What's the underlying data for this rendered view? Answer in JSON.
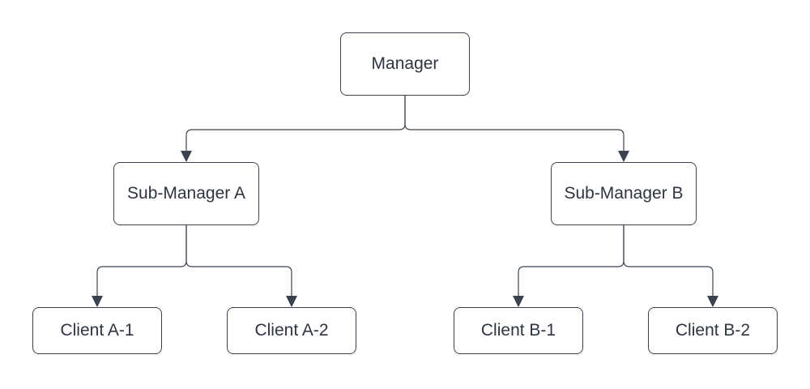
{
  "diagram": {
    "type": "org-chart",
    "nodes": {
      "manager": {
        "label": "Manager"
      },
      "sub_manager_a": {
        "label": "Sub-Manager A"
      },
      "sub_manager_b": {
        "label": "Sub-Manager B"
      },
      "client_a1": {
        "label": "Client A-1"
      },
      "client_a2": {
        "label": "Client A-2"
      },
      "client_b1": {
        "label": "Client B-1"
      },
      "client_b2": {
        "label": "Client B-2"
      }
    },
    "edges": [
      {
        "from": "Manager",
        "to": "Sub-Manager A"
      },
      {
        "from": "Manager",
        "to": "Sub-Manager B"
      },
      {
        "from": "Sub-Manager A",
        "to": "Client A-1"
      },
      {
        "from": "Sub-Manager A",
        "to": "Client A-2"
      },
      {
        "from": "Sub-Manager B",
        "to": "Client B-1"
      },
      {
        "from": "Sub-Manager B",
        "to": "Client B-2"
      }
    ],
    "colors": {
      "node_fill": "#ffffff",
      "node_border": "#3b4350",
      "connector": "#3b4350",
      "text": "#2e3440",
      "background": "#ffffff"
    }
  }
}
